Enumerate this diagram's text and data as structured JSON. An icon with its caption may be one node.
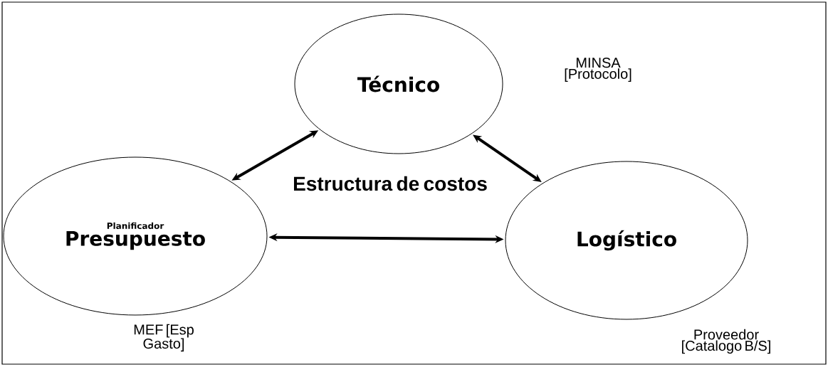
{
  "diagram": {
    "nodes": [
      {
        "text": [
          "Técnico"
        ]
      },
      {
        "text": [
          "Planificador",
          "Presupuesto"
        ],
        "beside": [
          "MEF [Esp Gasto]"
        ]
      },
      {
        "text": [
          "Logístico"
        ],
        "beside": [
          "Proveedor [Catalogo B/S]"
        ]
      }
    ],
    "edges": [
      {
        "from": 0,
        "to": 1,
        "arrow": "both"
      },
      {
        "from": 0,
        "to": 2,
        "arrow": "both"
      },
      {
        "from": 1,
        "to": 2,
        "arrow": "both"
      }
    ],
    "labels": [
      "MINSA [Protocolo]",
      "Estructura de costos"
    ]
  }
}
